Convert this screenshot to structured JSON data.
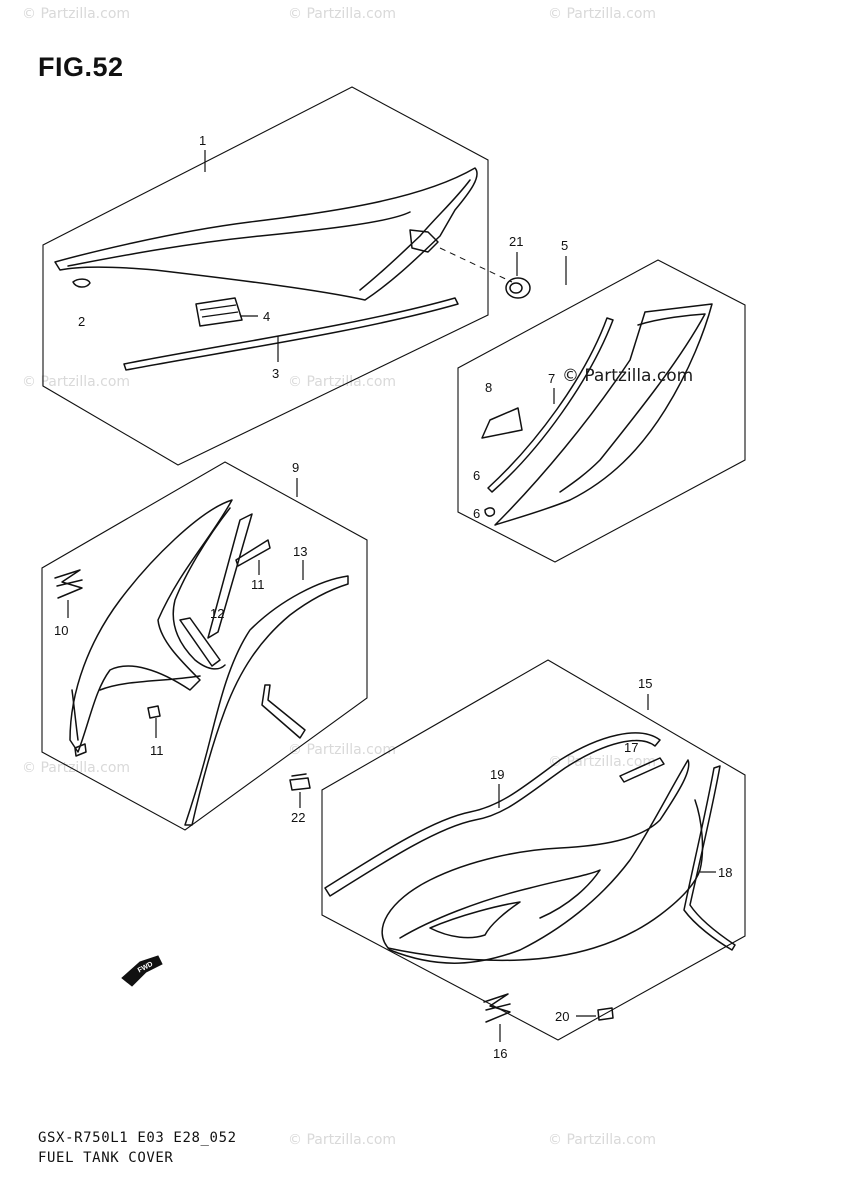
{
  "figure": {
    "title": "FIG.52",
    "footer_code": "GSX-R750L1 E03 E28_052",
    "footer_name": "FUEL TANK COVER"
  },
  "watermarks": {
    "text": "© Partzilla.com",
    "center_text": "© Partzilla.com"
  },
  "callouts": {
    "c1": "1",
    "c2": "2",
    "c3": "3",
    "c4": "4",
    "c21": "21",
    "c5": "5",
    "c7": "7",
    "c8": "8",
    "c6a": "6",
    "c6b": "6",
    "c9": "9",
    "c10": "10",
    "c11a": "11",
    "c11b": "11",
    "c12": "12",
    "c13": "13",
    "c22": "22",
    "c15": "15",
    "c17": "17",
    "c19": "19",
    "c18": "18",
    "c20": "20",
    "c16": "16"
  },
  "fwd_arrow": {
    "label": "FWD",
    "icon": "fwd-arrow-icon"
  },
  "colors": {
    "line": "#111111",
    "watermark": "#d9d9d9",
    "background": "#ffffff"
  }
}
